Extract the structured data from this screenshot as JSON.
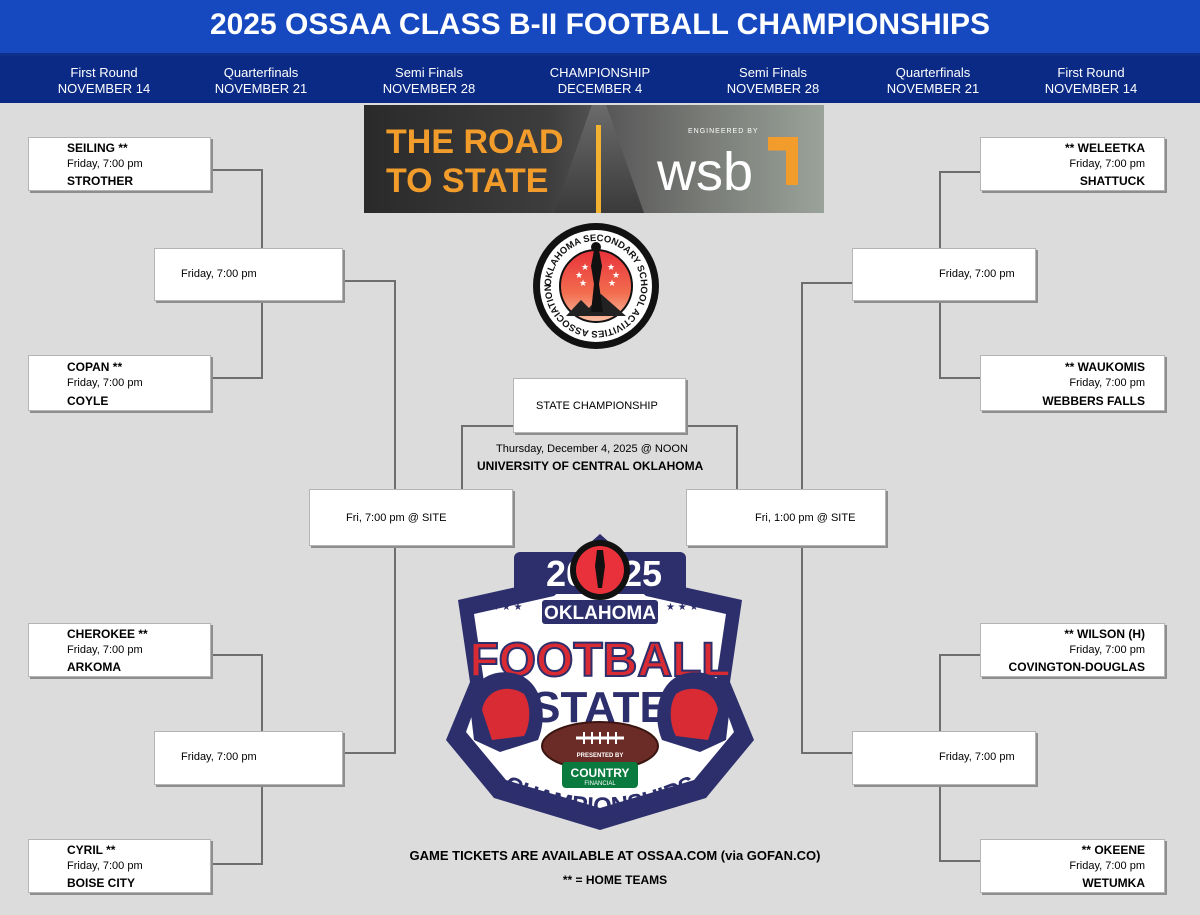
{
  "title": "2025 OSSAA CLASS B-II FOOTBALL CHAMPIONSHIPS",
  "rounds": [
    {
      "name": "First Round",
      "date": "NOVEMBER 14"
    },
    {
      "name": "Quarterfinals",
      "date": "NOVEMBER 21"
    },
    {
      "name": "Semi Finals",
      "date": "NOVEMBER 28"
    },
    {
      "name": "CHAMPIONSHIP",
      "date": "DECEMBER 4"
    },
    {
      "name": "Semi Finals",
      "date": "NOVEMBER 28"
    },
    {
      "name": "Quarterfinals",
      "date": "NOVEMBER 21"
    },
    {
      "name": "First Round",
      "date": "NOVEMBER 14"
    }
  ],
  "banner": {
    "line1": "THE ROAD",
    "line2": "TO STATE",
    "engineered_by": "ENGINEERED BY",
    "sponsor": "wsb"
  },
  "ossaa_logo_text": "OKLAHOMA SECONDARY SCHOOL ACTIVITIES ASSOCIATION",
  "left": {
    "first_round": [
      {
        "team1": "SEILING **",
        "time": "Friday, 7:00 pm",
        "team2": "STROTHER"
      },
      {
        "team1": "COPAN **",
        "time": "Friday, 7:00 pm",
        "team2": "COYLE"
      },
      {
        "team1": "CHEROKEE **",
        "time": "Friday, 7:00 pm",
        "team2": "ARKOMA"
      },
      {
        "team1": "CYRIL **",
        "time": "Friday, 7:00 pm",
        "team2": "BOISE CITY"
      }
    ],
    "quarterfinals": [
      {
        "time": "Friday, 7:00 pm"
      },
      {
        "time": "Friday, 7:00 pm"
      }
    ],
    "semifinal": {
      "time": "Fri, 7:00 pm @ SITE"
    }
  },
  "right": {
    "first_round": [
      {
        "team1": "** WELEETKA",
        "time": "Friday, 7:00 pm",
        "team2": "SHATTUCK"
      },
      {
        "team1": "** WAUKOMIS",
        "time": "Friday, 7:00 pm",
        "team2": "WEBBERS FALLS"
      },
      {
        "team1": "** WILSON (H)",
        "time": "Friday, 7:00 pm",
        "team2": "COVINGTON-DOUGLAS"
      },
      {
        "team1": "** OKEENE",
        "time": "Friday, 7:00 pm",
        "team2": "WETUMKA"
      }
    ],
    "quarterfinals": [
      {
        "time": "Friday, 7:00 pm"
      },
      {
        "time": "Friday, 7:00 pm"
      }
    ],
    "semifinal": {
      "time": "Fri, 1:00 pm @ SITE"
    }
  },
  "championship": {
    "label": "STATE CHAMPIONSHIP",
    "datetime": "Thursday, December 4, 2025 @ NOON",
    "venue": "UNIVERSITY OF CENTRAL OKLAHOMA"
  },
  "logo": {
    "year_left": "20",
    "year_right": "25",
    "state": "OKLAHOMA",
    "line1": "FOOTBALL",
    "line2": "STATE",
    "presented_by": "PRESENTED BY",
    "sponsor_top": "COUNTRY",
    "sponsor_bottom": "FINANCIAL",
    "line3": "CHAMPIONSHIPS"
  },
  "footer": {
    "tickets": "GAME TICKETS ARE AVAILABLE AT OSSAA.COM (via GOFAN.CO)",
    "legend": "** = HOME TEAMS"
  },
  "colors": {
    "header_blue": "#1649c0",
    "rounds_navy": "#0b2a85",
    "background": "#dcdcdc",
    "logo_red": "#d92b33",
    "logo_navy": "#2d2f6d",
    "banner_orange": "#f29c2b"
  }
}
